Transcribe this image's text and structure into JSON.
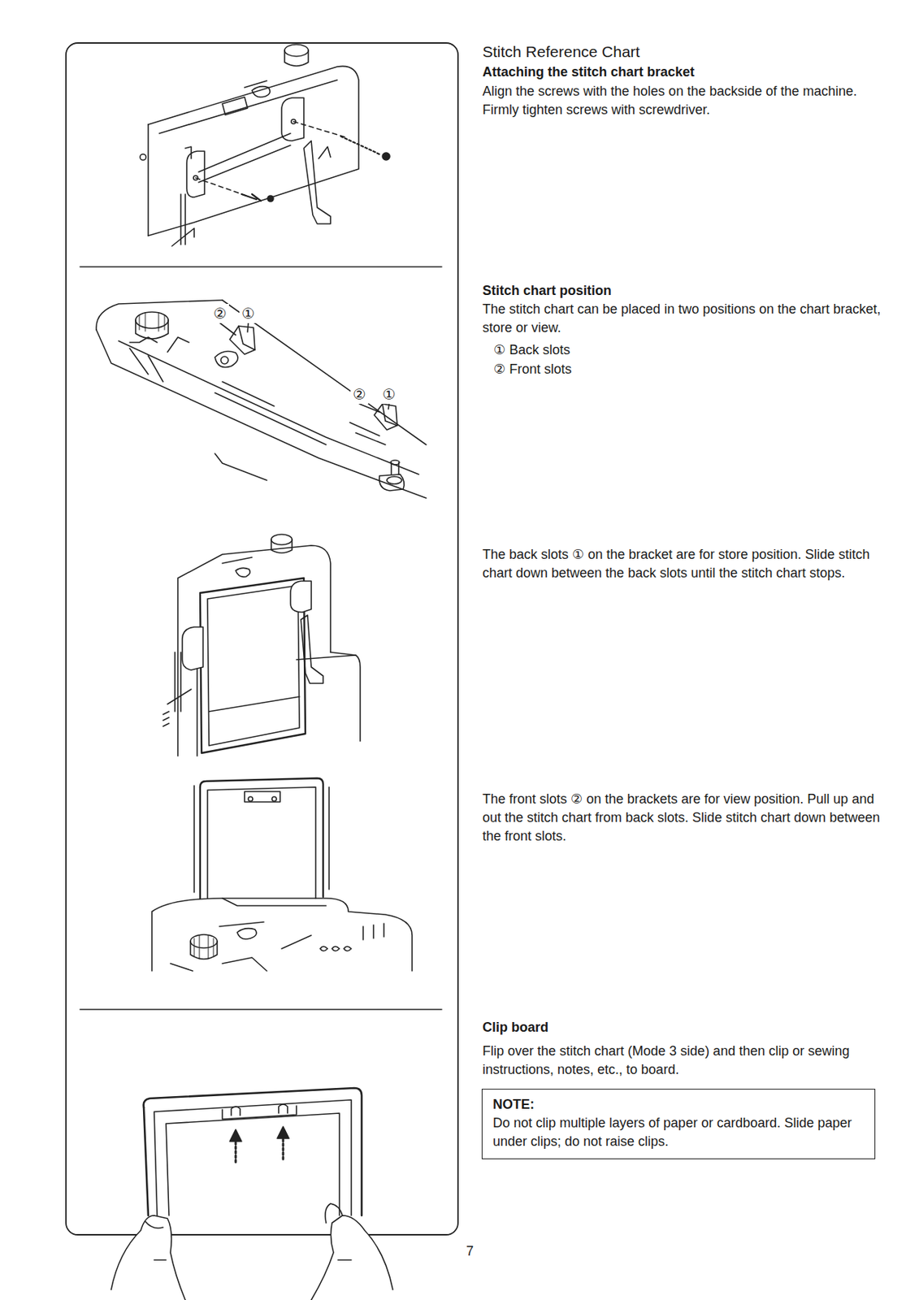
{
  "diagram": {
    "title": "Stitch Reference Chart",
    "nodes": [
      {
        "text": [
          "NOTE:",
          "Do not clip multiple layers of paper or cardboard. Slide paper under clips; do not raise clips."
        ]
      }
    ],
    "labels": [
      "Attaching the stitch chart bracket",
      "Align the screws with the holes on the backside of the machine. Firmly tighten screws with screwdriver.",
      "Stitch chart position",
      "The stitch chart can be placed in two positions on the chart bracket, store or view.",
      "① Back slots",
      "② Front slots",
      "The back slots ① on the bracket are for store position. Slide stitch chart down between the back slots until the stitch chart stops.",
      "The front slots ② on the brackets are for view position. Pull up and out the stitch chart from back slots. Slide stitch chart down between the front slots.",
      "Clip board",
      "Flip over the stitch chart (Mode 3 side) and then clip or sewing instructions, notes, etc., to board.",
      "②",
      "①",
      "②",
      "①",
      "7"
    ]
  }
}
